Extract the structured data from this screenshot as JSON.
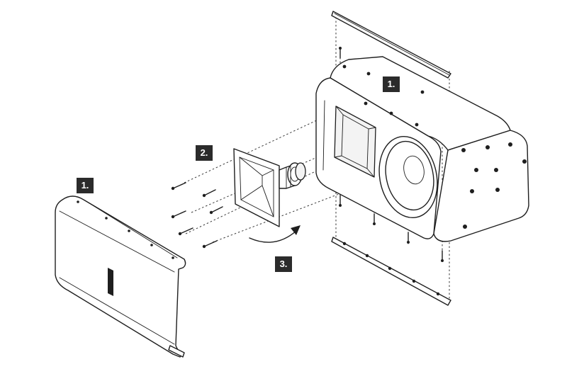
{
  "steps": {
    "grille": "1.",
    "cabinet": "1.",
    "horn": "2.",
    "rotate": "3."
  },
  "colors": {
    "line": "#1e1e1e",
    "badge": "#2b2b2b",
    "background": "#ffffff"
  }
}
